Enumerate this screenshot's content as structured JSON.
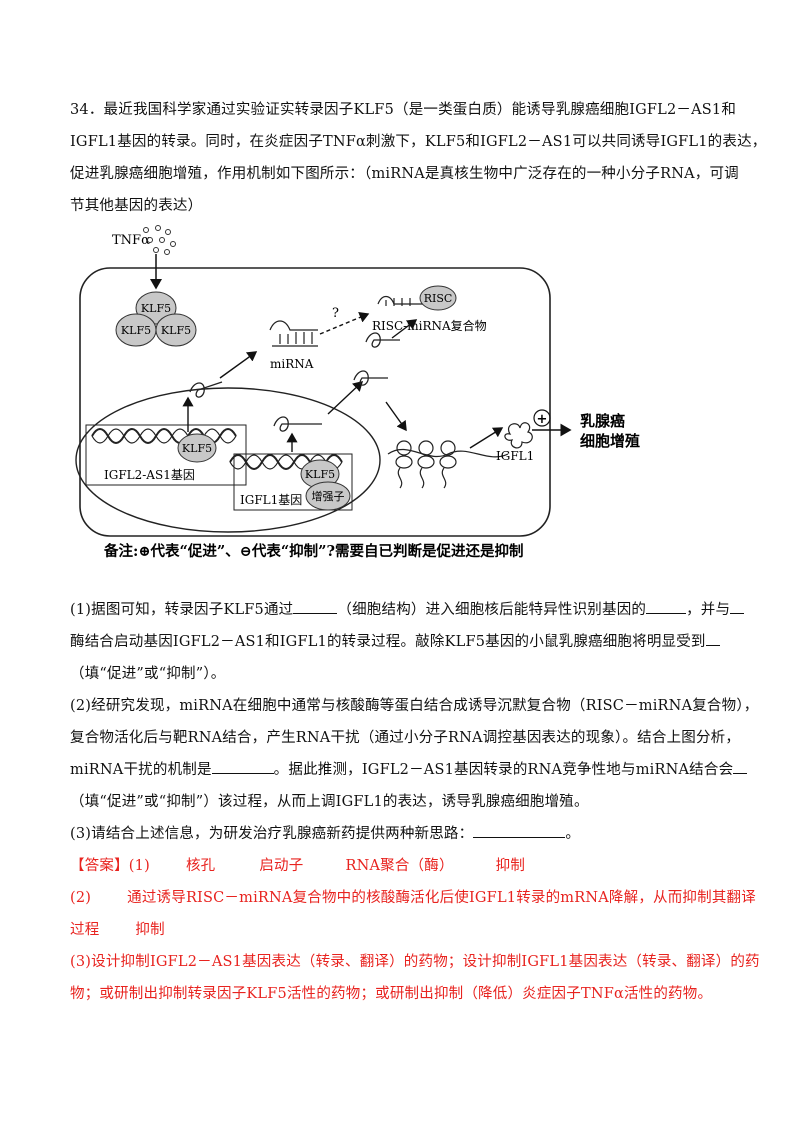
{
  "question": {
    "lines": [
      "34．最近我国科学家通过实验证实转录因子KLF5（是一类蛋白质）能诱导乳腺癌细胞IGFL2－AS1和",
      "IGFL1基因的转录。同时，在炎症因子TNFα刺激下，KLF5和IGFL2－AS1可以共同诱导IGFL1的表达，",
      "促进乳腺癌细胞增殖，作用机制如下图所示：（miRNA是真核生物中广泛存在的一种小分子RNA，可调",
      "节其他基因的表达）"
    ]
  },
  "figure": {
    "tnf_label": "TNFα",
    "klf5": "KLF5",
    "question_mark": "?",
    "risc": "RISC",
    "risc_complex": "RISC-miRNA复合物",
    "mirna": "miRNA",
    "igfl2_gene": "IGFL2-AS1基因",
    "igfl1_gene": "IGFL1基因",
    "enhancer": "增强子",
    "igfl1_protein": "IGFL1",
    "plus": "+",
    "outcome_line1": "乳腺癌",
    "outcome_line2": "细胞增殖",
    "note": "备注:⊕代表“促进”、⊖代表“抑制”?需要自已判断是促进还是抑制"
  },
  "sub1": {
    "a": "(1)据图可知，转录因子KLF5通过",
    "b": "（细胞结构）进入细胞核后能特异性识别基因的",
    "c": "，并与",
    "d": "酶结合启动基因IGFL2－AS1和IGFL1的转录过程。敲除KLF5基因的小鼠乳腺癌细胞将明显受到",
    "e": "（填“促进”或“抑制”）。"
  },
  "sub2": {
    "l1": "(2)经研究发现，miRNA在细胞中通常与核酸酶等蛋白结合成诱导沉默复合物（RISC－miRNA复合物），",
    "l2": "复合物活化后与靶RNA结合，产生RNA干扰（通过小分子RNA调控基因表达的现象）。结合上图分析，",
    "l3a": "miRNA干扰的机制是",
    "l3b": "。据此推测，IGFL2－AS1基因转录的RNA竞争性地与miRNA结合会",
    "l4": "（填“促进”或“抑制”）该过程，从而上调IGFL1的表达，诱导乳腺癌细胞增殖。"
  },
  "sub3": {
    "a": "(3)请结合上述信息，为研发治疗乳腺癌新药提供两种新思路：",
    "b": "。"
  },
  "answer": {
    "a1": [
      "【答案】(1)",
      "核孔",
      "启动子",
      "RNA聚合（酶）",
      "抑制"
    ],
    "a2_num": "(2)",
    "a2_text": "通过诱导RISC－miRNA复合物中的核酸酶活化后使IGFL1转录的mRNA降解，从而抑制其翻译",
    "a2b": [
      "过程",
      "抑制"
    ],
    "a3_l1": "(3)设计抑制IGFL2－AS1基因表达（转录、翻译）的药物；设计抑制IGFL1基因表达（转录、翻译）的药",
    "a3_l2": "物；或研制出抑制转录因子KLF5活性的药物；或研制出抑制（降低）炎症因子TNFα活性的药物。"
  }
}
